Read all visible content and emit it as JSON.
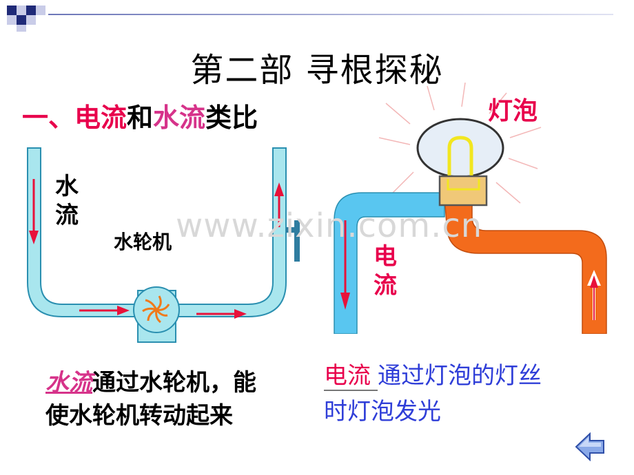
{
  "slide": {
    "title": "第二部   寻根探秘",
    "subtitle": {
      "number": "一、",
      "part1": "电流",
      "part2": "和",
      "part3": "水流",
      "part4": "类比"
    },
    "water_diagram": {
      "flow_label_line1": "水",
      "flow_label_line2": "流",
      "turbine_label": "水轮机"
    },
    "circuit_diagram": {
      "bulb_label": "灯泡",
      "current_label_line1": "电",
      "current_label_line2": "流"
    },
    "caption_left": {
      "highlight": "水流",
      "line1_rest": "通过水轮机，能",
      "line2": "使水轮机转动起来"
    },
    "caption_right": {
      "highlight": "电流",
      "line1_rest": "通过灯泡的灯丝",
      "line2": "时灯泡发光"
    },
    "watermark": "www.zixin.com.cn"
  },
  "colors": {
    "pipe_fill": "#a9e6ee",
    "pipe_stroke": "#2a8fb0",
    "arrow_red": "#e8113a",
    "wire_blue": "#59c6f0",
    "wire_orange": "#f36b1c",
    "socket": "#f0c878",
    "nav_arrow": "#8aa9e8"
  },
  "icons": [
    "corner-squares-icon",
    "turbine-icon",
    "lightbulb-icon",
    "back-arrow-icon"
  ]
}
